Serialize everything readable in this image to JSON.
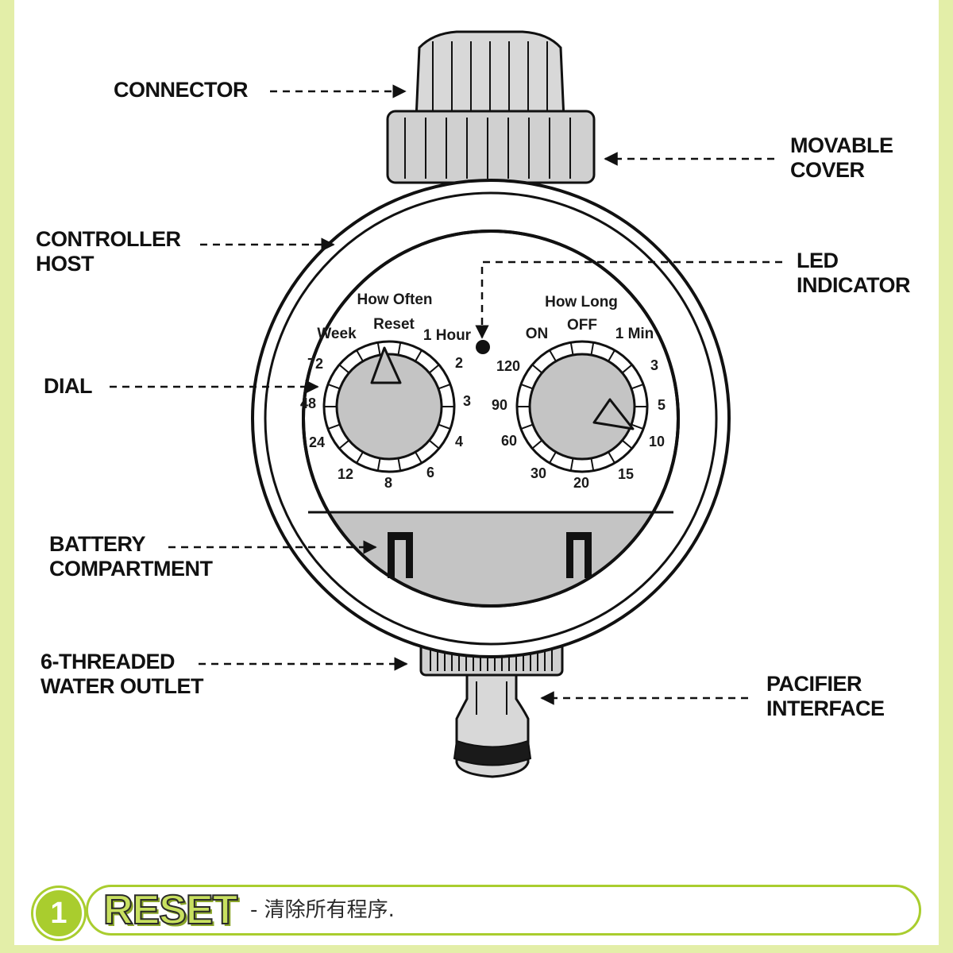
{
  "callouts": {
    "connector": [
      "CONNECTOR"
    ],
    "movable_cover": [
      "MOVABLE",
      "COVER"
    ],
    "controller_host": [
      "CONTROLLER",
      "HOST"
    ],
    "led_indicator": [
      "LED",
      "INDICATOR"
    ],
    "dial": [
      "DIAL"
    ],
    "battery_compartment": [
      "BATTERY",
      "COMPARTMENT"
    ],
    "water_outlet": [
      "6-THREADED",
      "WATER OUTLET"
    ],
    "pacifier_interface": [
      "PACIFIER",
      "INTERFACE"
    ]
  },
  "left_dial": {
    "heading": "How Often",
    "reset": "Reset",
    "week": "Week",
    "one_hour": "1 Hour",
    "n72": "72",
    "n48": "48",
    "n24": "24",
    "n12": "12",
    "n8": "8",
    "n6": "6",
    "n4": "4",
    "n3": "3",
    "n2": "2"
  },
  "right_dial": {
    "heading": "How Long",
    "on": "ON",
    "off": "OFF",
    "one_min": "1 Min",
    "n120": "120",
    "n90": "90",
    "n60": "60",
    "n30": "30",
    "n20": "20",
    "n15": "15",
    "n10": "10",
    "n5": "5",
    "n3": "3"
  },
  "footer": {
    "step_number": "1",
    "title": "RESET",
    "description": "- 清除所有程序."
  },
  "colors": {
    "accent": "#a9cd2e",
    "frame": "#e3eea8",
    "dial_fill": "#c4c4c4",
    "battery_panel": "#c4c4c4"
  }
}
